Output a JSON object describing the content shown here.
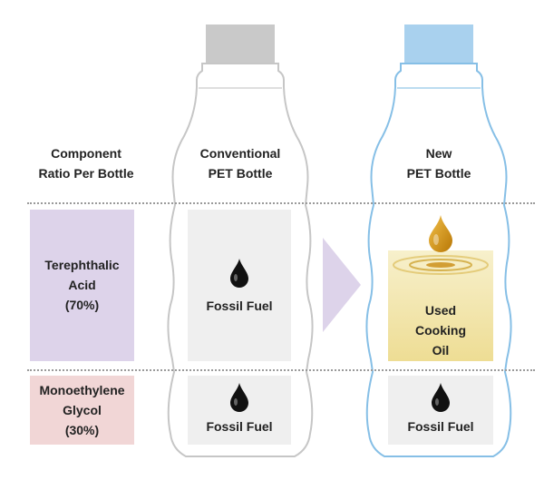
{
  "header": {
    "component_ratio": [
      "Component",
      "Ratio Per Bottle"
    ],
    "conventional": [
      "Conventional",
      "PET Bottle"
    ],
    "new": [
      "New",
      "PET Bottle"
    ]
  },
  "rows": {
    "terephthalic": {
      "lines": [
        "Terephthalic",
        "Acid",
        "(70%)"
      ],
      "color": "#ddd3ea"
    },
    "monoethylene": {
      "lines": [
        "Monoethylene",
        "Glycol",
        "(30%)"
      ],
      "color": "#f1d6d6"
    }
  },
  "conventional_bottle": {
    "top_label": "Fossil Fuel",
    "bottom_label": "Fossil Fuel",
    "cap_color": "#c9c9c9"
  },
  "new_bottle": {
    "top_label": [
      "Used",
      "Cooking",
      "Oil"
    ],
    "bottom_label": "Fossil Fuel",
    "cap_color": "#a9d1ee",
    "outline_color": "#86bfe6"
  },
  "colors": {
    "fossil_box": "#efefef",
    "oil_box_top": "#f7f0cc",
    "oil_box_bottom": "#eedd94",
    "arrow": "#ddd3ea",
    "drop": "#111111",
    "oil_drop": "#d79a12"
  }
}
